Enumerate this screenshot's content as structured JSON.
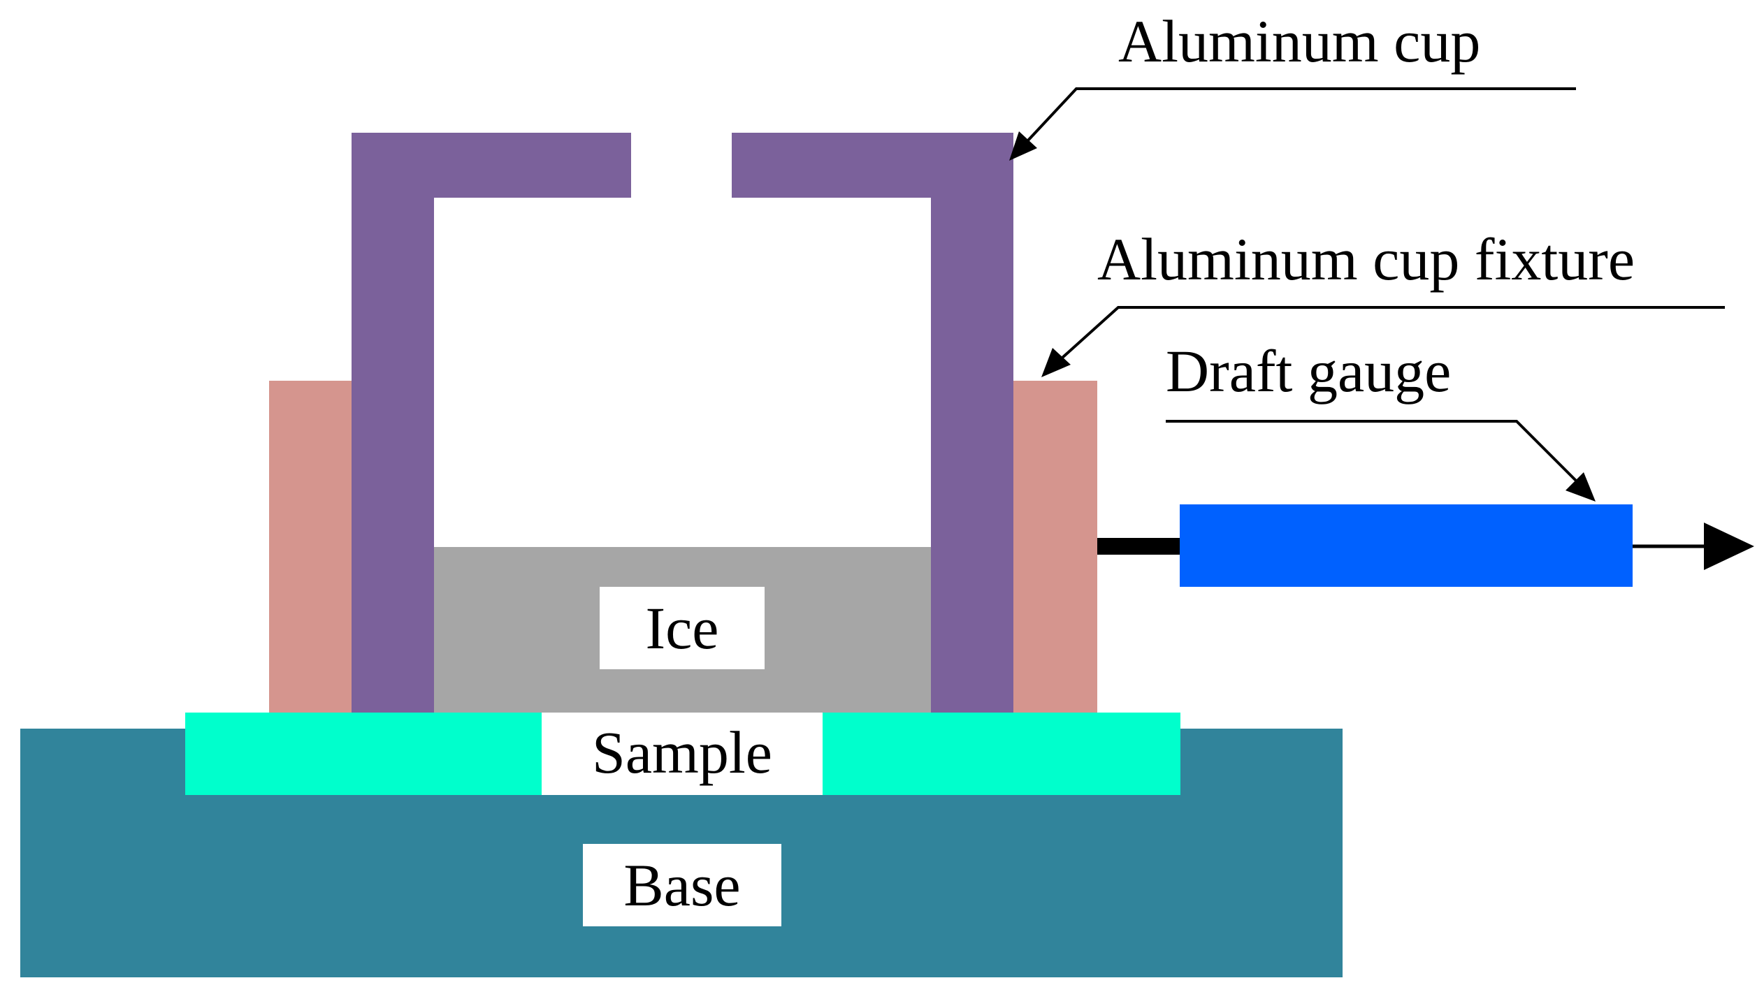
{
  "labels": {
    "aluminum_cup": "Aluminum cup",
    "aluminum_cup_fixture": "Aluminum cup fixture",
    "draft_gauge": "Draft gauge",
    "ice": "Ice",
    "sample": "Sample",
    "base": "Base"
  },
  "colors": {
    "background": "#ffffff",
    "aluminum_cup": "#7b619b",
    "fixture": "#d5958e",
    "ice": "#a6a6a6",
    "sample": "#00ffcc",
    "base": "#31849b",
    "draft_gauge": "#0061ff",
    "lines": "#000000",
    "label_box": "#ffffff"
  }
}
